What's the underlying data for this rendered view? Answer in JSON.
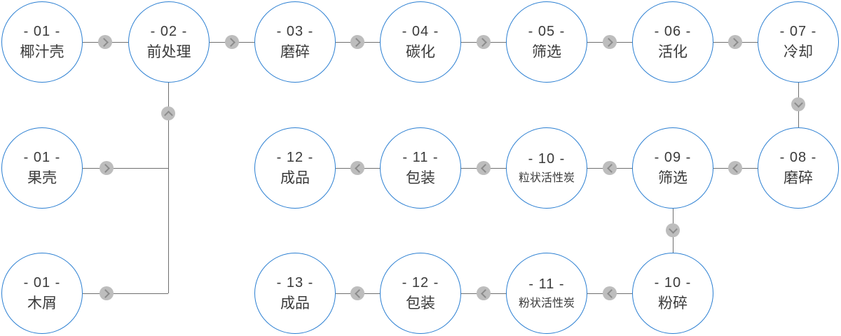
{
  "colors": {
    "node_border": "#2b7fd2",
    "connector_line": "#6f6f6f",
    "arrow_circle": "#bdbdbd",
    "arrow_chevron": "#8c8c8c",
    "text": "#3a3a3a",
    "background": "#ffffff"
  },
  "icons": {
    "chevron_right": "right-pointing chevron in gray circle",
    "chevron_left": "left-pointing chevron in gray circle",
    "chevron_up": "up-pointing chevron in gray circle",
    "chevron_down": "down-pointing chevron in gray circle"
  },
  "rows": [
    {
      "name": "top-flow",
      "nodes": [
        {
          "num": "- 01 -",
          "label": "椰汁壳"
        },
        {
          "num": "- 02 -",
          "label": "前处理"
        },
        {
          "num": "- 03 -",
          "label": "磨碎"
        },
        {
          "num": "- 04 -",
          "label": "碳化"
        },
        {
          "num": "- 05 -",
          "label": "筛选"
        },
        {
          "num": "- 06 -",
          "label": "活化"
        },
        {
          "num": "- 07 -",
          "label": "冷却"
        }
      ]
    },
    {
      "name": "middle-flow",
      "nodes": [
        {
          "num": "- 01 -",
          "label": "果壳"
        },
        {
          "num": "- 12 -",
          "label": "成品"
        },
        {
          "num": "- 11 -",
          "label": "包装"
        },
        {
          "num": "- 10 -",
          "label": "粒状活性炭"
        },
        {
          "num": "- 09 -",
          "label": "筛选"
        },
        {
          "num": "- 08 -",
          "label": "磨碎"
        }
      ]
    },
    {
      "name": "bottom-flow",
      "nodes": [
        {
          "num": "- 01 -",
          "label": "木屑"
        },
        {
          "num": "- 13 -",
          "label": "成品"
        },
        {
          "num": "- 12 -",
          "label": "包装"
        },
        {
          "num": "- 11 -",
          "label": "粉状活性炭"
        },
        {
          "num": "- 10 -",
          "label": "粉碎"
        }
      ]
    }
  ]
}
